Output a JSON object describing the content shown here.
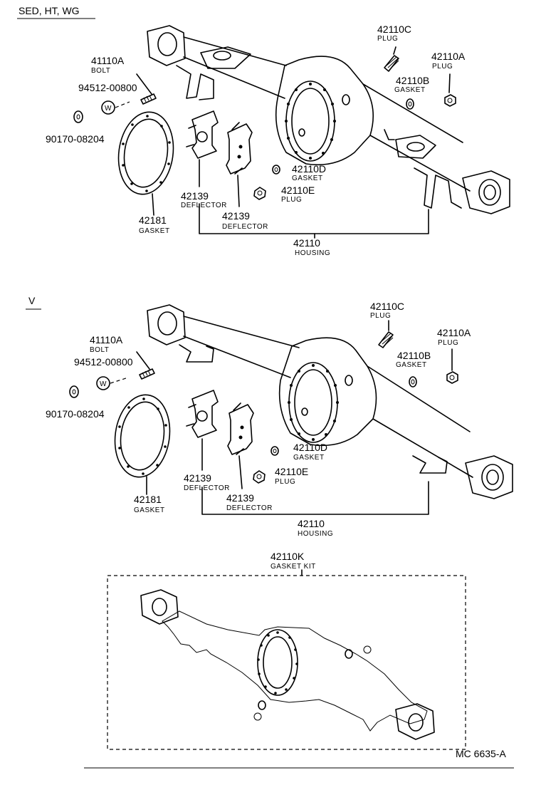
{
  "sections": {
    "top": {
      "models": "SED, HT, WG"
    },
    "middle": {
      "models": "V"
    }
  },
  "callouts": {
    "top": [
      {
        "id": "plug_c",
        "number": "42110C",
        "desc": "PLUG"
      },
      {
        "id": "plug_a",
        "number": "42110A",
        "desc": "PLUG"
      },
      {
        "id": "gasket_b",
        "number": "42110B",
        "desc": "GASKET"
      },
      {
        "id": "bolt",
        "number": "41110A",
        "desc": "BOLT"
      },
      {
        "id": "washer",
        "number": "94512-00800",
        "desc": ""
      },
      {
        "id": "nut",
        "number": "90170-08204",
        "desc": ""
      },
      {
        "id": "gasket_d",
        "number": "42110D",
        "desc": "GASKET"
      },
      {
        "id": "plug_e",
        "number": "42110E",
        "desc": "PLUG"
      },
      {
        "id": "deflector_1",
        "number": "42139",
        "desc": "DEFLECTOR"
      },
      {
        "id": "deflector_2",
        "number": "42139",
        "desc": "DEFLECTOR"
      },
      {
        "id": "gasket_main",
        "number": "42181",
        "desc": "GASKET"
      },
      {
        "id": "housing",
        "number": "42110",
        "desc": "HOUSING"
      }
    ],
    "middle": [
      {
        "id": "plug_c",
        "number": "42110C",
        "desc": "PLUG"
      },
      {
        "id": "plug_a",
        "number": "42110A",
        "desc": "PLUG"
      },
      {
        "id": "gasket_b",
        "number": "42110B",
        "desc": "GASKET"
      },
      {
        "id": "bolt",
        "number": "41110A",
        "desc": "BOLT"
      },
      {
        "id": "washer",
        "number": "94512-00800",
        "desc": ""
      },
      {
        "id": "nut",
        "number": "90170-08204",
        "desc": ""
      },
      {
        "id": "gasket_d",
        "number": "42110D",
        "desc": "GASKET"
      },
      {
        "id": "plug_e",
        "number": "42110E",
        "desc": "PLUG"
      },
      {
        "id": "deflector_1",
        "number": "42139",
        "desc": "DEFLECTOR"
      },
      {
        "id": "deflector_2",
        "number": "42139",
        "desc": "DEFLECTOR"
      },
      {
        "id": "gasket_main",
        "number": "42181",
        "desc": "GASKET"
      },
      {
        "id": "housing",
        "number": "42110",
        "desc": "HOUSING"
      }
    ]
  },
  "kit": {
    "number": "42110K",
    "desc": "GASKET KIT"
  },
  "washer_mark": "W",
  "footer": {
    "code": "MC 6635-A"
  }
}
